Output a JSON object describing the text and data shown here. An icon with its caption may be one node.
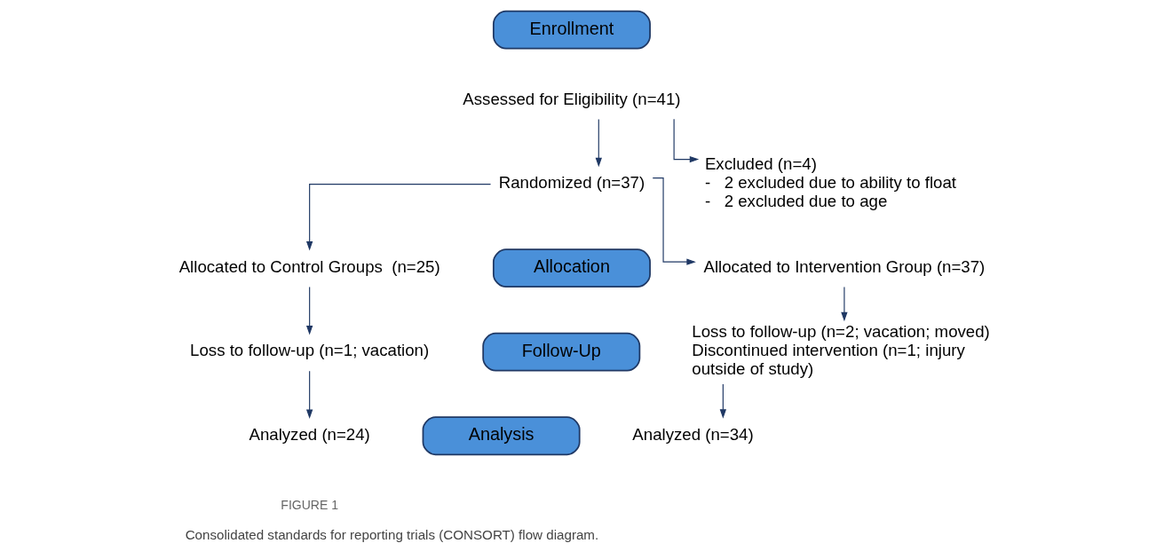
{
  "diagram": {
    "caption": "Consolidated standards for reporting trials (CONSORT) flow diagram.",
    "nodes": [
      {
        "text": [
          "Enrollment"
        ]
      },
      {
        "text": [
          "Assessed for Eligibility (n=41)"
        ]
      },
      {
        "text": [
          "Excluded (n=4)",
          "-   2 excluded due to ability to float",
          "-   2 excluded due to age"
        ]
      },
      {
        "text": [
          "Randomized (n=37)"
        ]
      },
      {
        "text": [
          "Allocation"
        ]
      },
      {
        "text": [
          "Allocated to Control Groups  (n=25)"
        ]
      },
      {
        "text": [
          "Allocated to Intervention Group (n=37)"
        ]
      },
      {
        "text": [
          "Follow-Up"
        ]
      },
      {
        "text": [
          "Loss to follow-up (n=1; vacation)"
        ]
      },
      {
        "text": [
          "Loss to follow-up (n=2; vacation; moved)",
          "Discontinued intervention (n=1; injury outside of study)"
        ]
      },
      {
        "text": [
          "Analysis"
        ]
      },
      {
        "text": [
          "Analyzed (n=24)"
        ]
      },
      {
        "text": [
          "Analyzed (n=34)"
        ]
      }
    ],
    "edges": [
      {
        "from": 1,
        "to": 3,
        "arrow": "to"
      },
      {
        "from": 1,
        "to": 2,
        "arrow": "to"
      },
      {
        "from": 3,
        "to": 5,
        "arrow": "to"
      },
      {
        "from": 3,
        "to": 6,
        "arrow": "to"
      },
      {
        "from": 5,
        "to": 8,
        "arrow": "to"
      },
      {
        "from": 6,
        "to": 9,
        "arrow": "to"
      },
      {
        "from": 8,
        "to": 11,
        "arrow": "to"
      },
      {
        "from": 9,
        "to": 12,
        "arrow": "to"
      }
    ],
    "labels": [
      "FIGURE 1"
    ]
  }
}
